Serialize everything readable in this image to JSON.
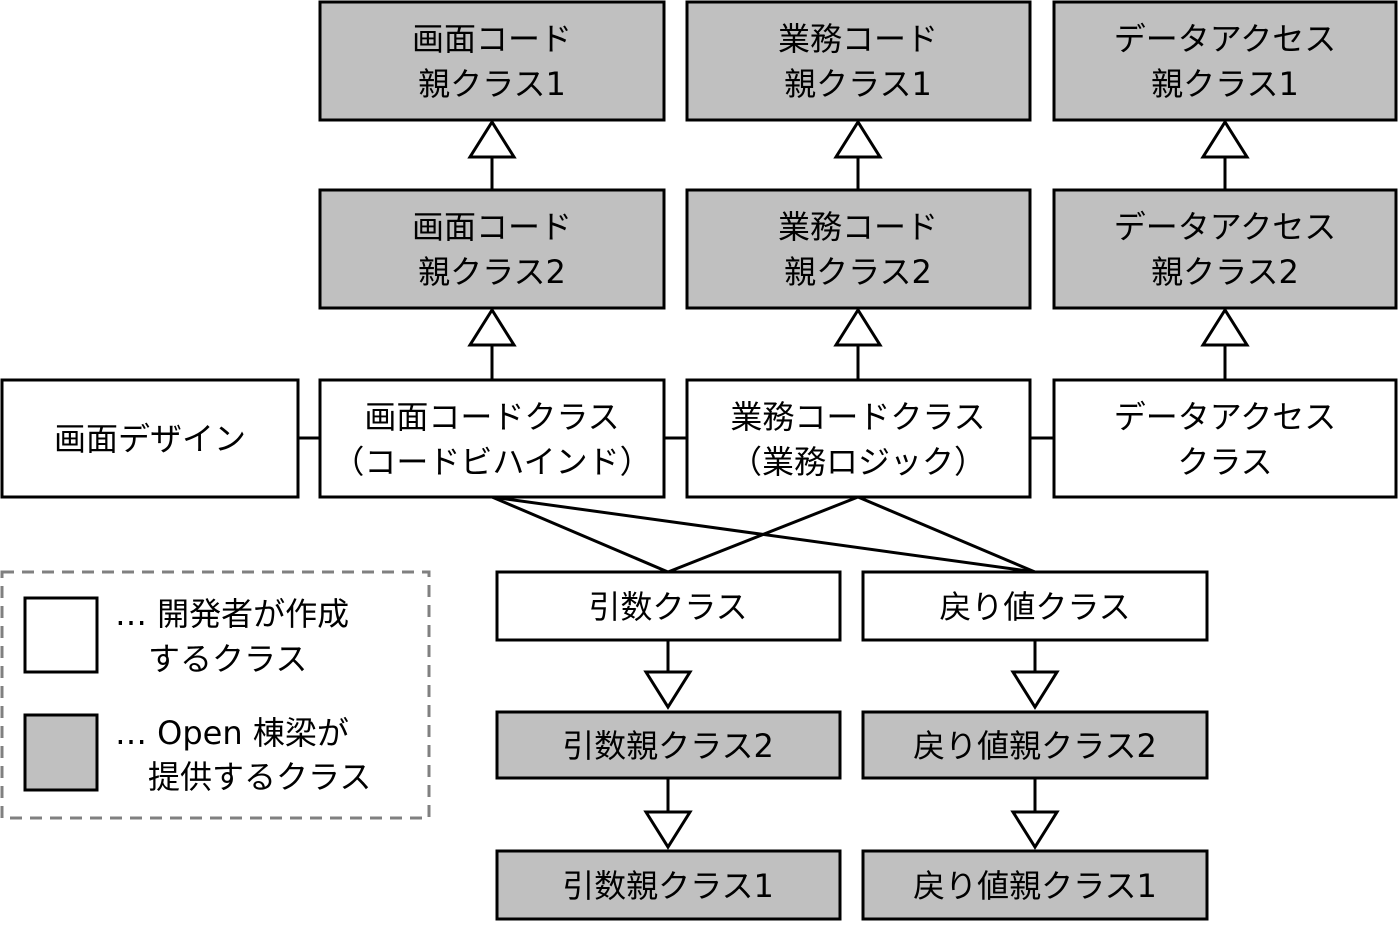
{
  "boxes": {
    "screen_parent1": [
      "画面コード",
      "親クラス1"
    ],
    "business_parent1": [
      "業務コード",
      "親クラス1"
    ],
    "data_parent1": [
      "データアクセス",
      "親クラス1"
    ],
    "screen_parent2": [
      "画面コード",
      "親クラス2"
    ],
    "business_parent2": [
      "業務コード",
      "親クラス2"
    ],
    "data_parent2": [
      "データアクセス",
      "親クラス2"
    ],
    "screen_design": "画面デザイン",
    "screen_code": [
      "画面コードクラス",
      "（コードビハインド）"
    ],
    "business_code": [
      "業務コードクラス",
      "（業務ロジック）"
    ],
    "data_access": [
      "データアクセス",
      "クラス"
    ],
    "arg_class": "引数クラス",
    "return_class": "戻り値クラス",
    "arg_parent2": "引数親クラス2",
    "return_parent2": "戻り値親クラス2",
    "arg_parent1": "引数親クラス1",
    "return_parent1": "戻り値親クラス1"
  },
  "legend": {
    "developer": [
      "… 開発者が作成",
      "するクラス"
    ],
    "framework": [
      "… Open 棟梁が",
      "提供するクラス"
    ]
  },
  "colors": {
    "provided": "#c0c0c0",
    "developer": "#ffffff"
  }
}
